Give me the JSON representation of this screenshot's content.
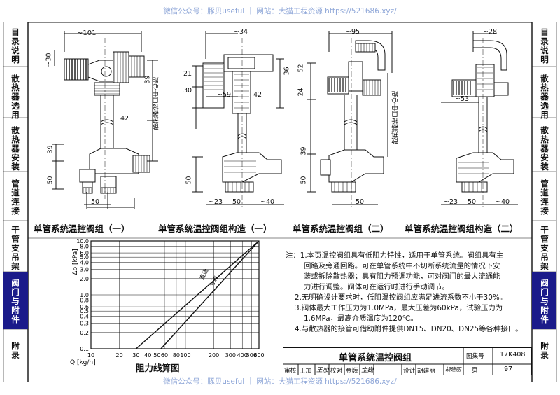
{
  "watermark": {
    "top": "微信公众号：豚贝useful ｜ 网站：大猫工程资源 https://521686.xyz/",
    "bottom": "微信公众号：豚贝useful ｜ 网站：大猫工程资源 https://521686.xyz/"
  },
  "tabs": {
    "left": [
      "目录说明",
      "散热器选用",
      "散热器安装",
      "管道连接",
      "干管支吊架",
      "阀门与附件",
      "附录"
    ],
    "right": [
      "目录说明",
      "散热器选用",
      "散热器安装",
      "管道连接",
      "干管支吊架",
      "阀门与附件",
      "附录"
    ],
    "active_index": 5
  },
  "figures": [
    {
      "caption": "单管系统温控阀组（一）",
      "dims": [
        "~101",
        "~30",
        "39",
        "42",
        "39",
        "50",
        "50"
      ],
      "vertical_label": "散热器接口中心距"
    },
    {
      "caption": "单管系统温控阀组构造（一）",
      "dims": [
        "~34",
        "21",
        "30",
        "36",
        "~59",
        "42",
        "50",
        "~23",
        "50",
        "~40"
      ]
    },
    {
      "caption": "单管系统温控阀组（二）",
      "dims": [
        "~95",
        "52",
        "24",
        "39",
        "50",
        "50"
      ],
      "vertical_label": "散热器接口中心距"
    },
    {
      "caption": "单管系统温控阀组构造（二）",
      "dims": [
        "~28",
        "~53",
        "~23",
        "50",
        "~40"
      ]
    }
  ],
  "chart": {
    "caption": "阻力线算图",
    "ylabel": "Δp [kPa]",
    "xlabel": "Q  [kg/h]",
    "curve_labels": [
      "直通",
      "分流"
    ]
  },
  "chart_data": {
    "type": "line",
    "title": "阻力线算图",
    "xlabel": "Q  [kg/h]",
    "ylabel": "Δp [kPa]",
    "x_scale": "log",
    "y_scale": "log",
    "x_ticks": [
      "10",
      "20",
      "30",
      "40",
      "50",
      "60",
      "80",
      "100",
      "200",
      "300",
      "400",
      "500",
      "600"
    ],
    "y_ticks": [
      "10.0",
      "8.0",
      "6.0",
      "5.0",
      "4.0",
      "3.0",
      "2.0",
      "1.0",
      "0.8",
      "0.6",
      "0.5",
      "0.4",
      "0.3",
      "0.2",
      "0.1"
    ],
    "xlim": [
      10,
      600
    ],
    "ylim": [
      0.1,
      10
    ],
    "series": [
      {
        "name": "直通",
        "x": [
          30,
          600
        ],
        "y": [
          0.1,
          10
        ]
      },
      {
        "name": "分流",
        "x": [
          55,
          600
        ],
        "y": [
          0.1,
          10
        ]
      }
    ]
  },
  "notes": {
    "lines": [
      "注：1.本页温控阀组具有低阻力特性，适用于单管系统。阀组具有主",
      "回路及旁通回路。可在单管系统中不切断系统流量的情况下安",
      "装或拆除散热器；具有阻力预调功能，可对阀门的最大流通能",
      "力进行调整。阀体可在运行时进行手动调节。",
      "2.无明确设计要求时，低阻温控阀组应满足进流系数不小于30%。",
      "3.阀体最大工作压力为1.0MPa，最大压差为60kPa，试验压力为",
      "1.6MPa，最高介质温度为120℃。",
      "4.与散热器的接管可借助附件提供DN15、DN20、DN25等各种接口。"
    ]
  },
  "title_block": {
    "title": "单管系统温控阀组",
    "atlas_label": "图集号",
    "atlas_no": "17K408",
    "page_label": "页",
    "page_no": "97",
    "review_label": "审核",
    "review_name": "王加",
    "review_sign": "王加",
    "check_label": "校对",
    "check_name": "金巍",
    "check_sign": "金巍",
    "design_label": "设计",
    "design_name": "胡建丽",
    "design_sign": "胡建丽"
  }
}
